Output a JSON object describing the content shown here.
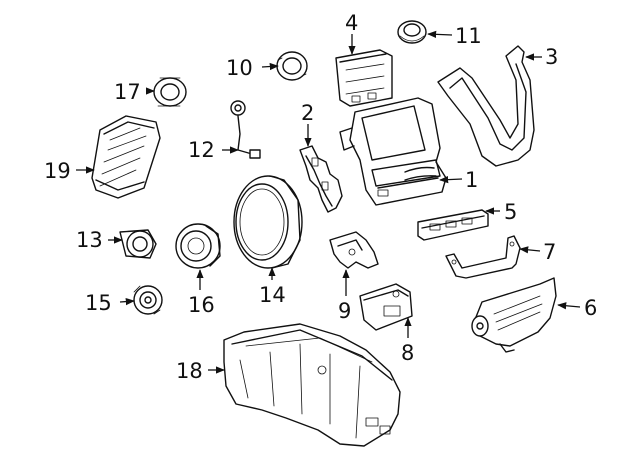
{
  "diagram": {
    "callouts": [
      {
        "id": "1",
        "label": "1"
      },
      {
        "id": "2",
        "label": "2"
      },
      {
        "id": "3",
        "label": "3"
      },
      {
        "id": "4",
        "label": "4"
      },
      {
        "id": "5",
        "label": "5"
      },
      {
        "id": "6",
        "label": "6"
      },
      {
        "id": "7",
        "label": "7"
      },
      {
        "id": "8",
        "label": "8"
      },
      {
        "id": "9",
        "label": "9"
      },
      {
        "id": "10",
        "label": "10"
      },
      {
        "id": "11",
        "label": "11"
      },
      {
        "id": "12",
        "label": "12"
      },
      {
        "id": "13",
        "label": "13"
      },
      {
        "id": "14",
        "label": "14"
      },
      {
        "id": "15",
        "label": "15"
      },
      {
        "id": "16",
        "label": "16"
      },
      {
        "id": "17",
        "label": "17"
      },
      {
        "id": "18",
        "label": "18"
      },
      {
        "id": "19",
        "label": "19"
      }
    ]
  }
}
